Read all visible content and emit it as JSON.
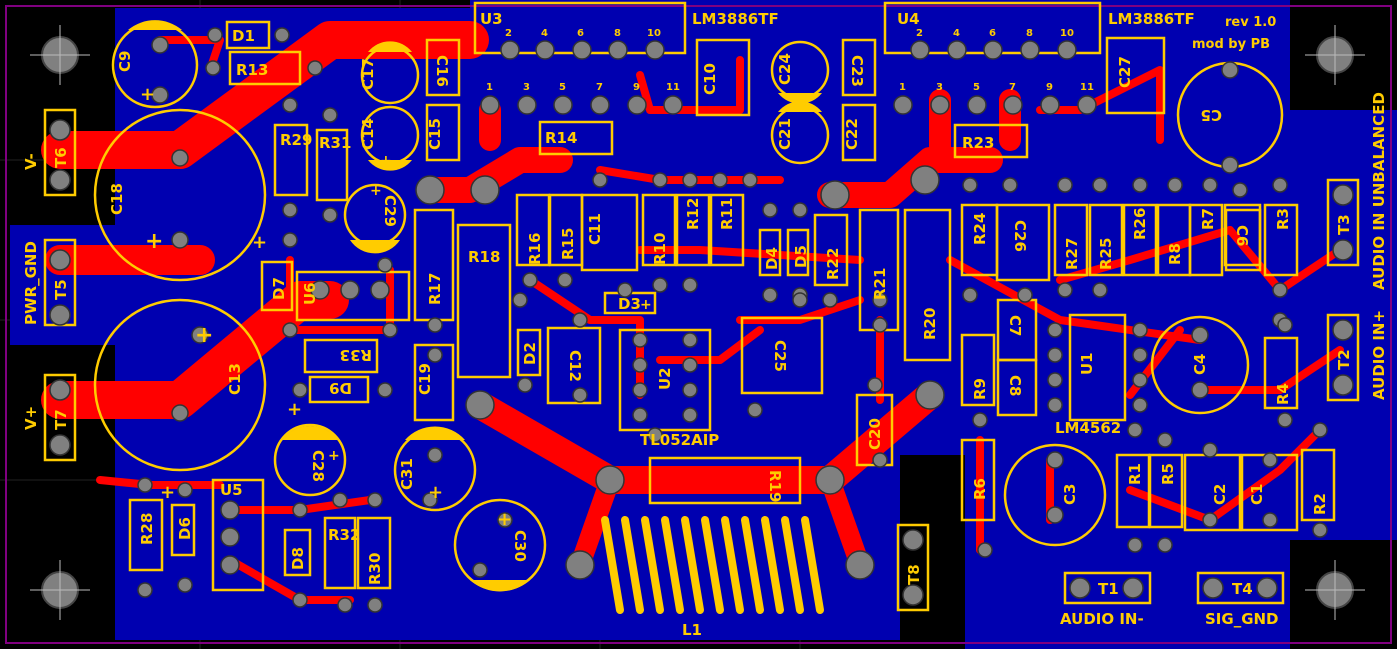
{
  "board": {
    "bg_color": "#000000",
    "copper_bottom_color": "#0000b0",
    "copper_top_color": "#ff0000",
    "silk_color": "#ffcc00",
    "pad_color": "#808080",
    "outline_color": "#800080",
    "rev_label": "rev 1.0",
    "mod_label": "mod by PB"
  },
  "ics": {
    "u3_ref": "U3",
    "u3_part": "LM3886TF",
    "u4_ref": "U4",
    "u4_part": "LM3886TF",
    "u2_ref": "U2",
    "u2_part": "TL052AIP",
    "u1_ref": "U1",
    "u1_part": "LM4562",
    "u5_ref": "U5",
    "u6_ref": "U6",
    "l1_ref": "L1"
  },
  "pins": {
    "even": [
      "2",
      "4",
      "6",
      "8",
      "10"
    ],
    "odd": [
      "1",
      "3",
      "5",
      "7",
      "9",
      "11"
    ]
  },
  "terminals": {
    "t6": "T6",
    "t6_label": "V-",
    "t5": "T5",
    "t5_label": "PWR_GND",
    "t7": "T7",
    "t7_label": "V+",
    "t3": "T3",
    "t3_label": "AUDIO IN UNBALANCED",
    "t2": "T2",
    "t2_label": "AUDIO IN+",
    "t1": "T1",
    "t1_label": "AUDIO IN-",
    "t4": "T4",
    "t4_label": "SIG_GND",
    "t8": "T8"
  },
  "caps": {
    "c1": "C1",
    "c2": "C2",
    "c3": "C3",
    "c4": "C4",
    "c5": "C5",
    "c6": "C6",
    "c7": "C7",
    "c8": "C8",
    "c9": "C9",
    "c10": "C10",
    "c11": "C11",
    "c12": "C12",
    "c13": "C13",
    "c14": "C14",
    "c15": "C15",
    "c16": "C16",
    "c17": "C17",
    "c18": "C18",
    "c19": "C19",
    "c20": "C20",
    "c21": "C21",
    "c22": "C22",
    "c23": "C23",
    "c24": "C24",
    "c25": "C25",
    "c26": "C26",
    "c27": "C27",
    "c28": "C28",
    "c29": "C29",
    "c30": "C30",
    "c31": "C31"
  },
  "resistors": {
    "r1": "R1",
    "r2": "R2",
    "r3": "R3",
    "r4": "R4",
    "r5": "R5",
    "r6": "R6",
    "r7": "R7",
    "r8": "R8",
    "r9": "R9",
    "r10": "R10",
    "r11": "R11",
    "r12": "R12",
    "r13": "R13",
    "r14": "R14",
    "r15": "R15",
    "r16": "R16",
    "r17": "R17",
    "r18": "R18",
    "r19": "R19",
    "r20": "R20",
    "r21": "R21",
    "r22": "R22",
    "r23": "R23",
    "r24": "R24",
    "r25": "R25",
    "r26": "R26",
    "r27": "R27",
    "r28": "R28",
    "r29": "R29",
    "r30": "R30",
    "r31": "R31",
    "r32": "R32",
    "r33": "R33"
  },
  "diodes": {
    "d1": "D1",
    "d2": "D2",
    "d3": "D3",
    "d4": "D4",
    "d5": "D5",
    "d6": "D6",
    "d7": "D7",
    "d8": "D8",
    "d9": "D9"
  },
  "polarity": {
    "plus": "+"
  }
}
